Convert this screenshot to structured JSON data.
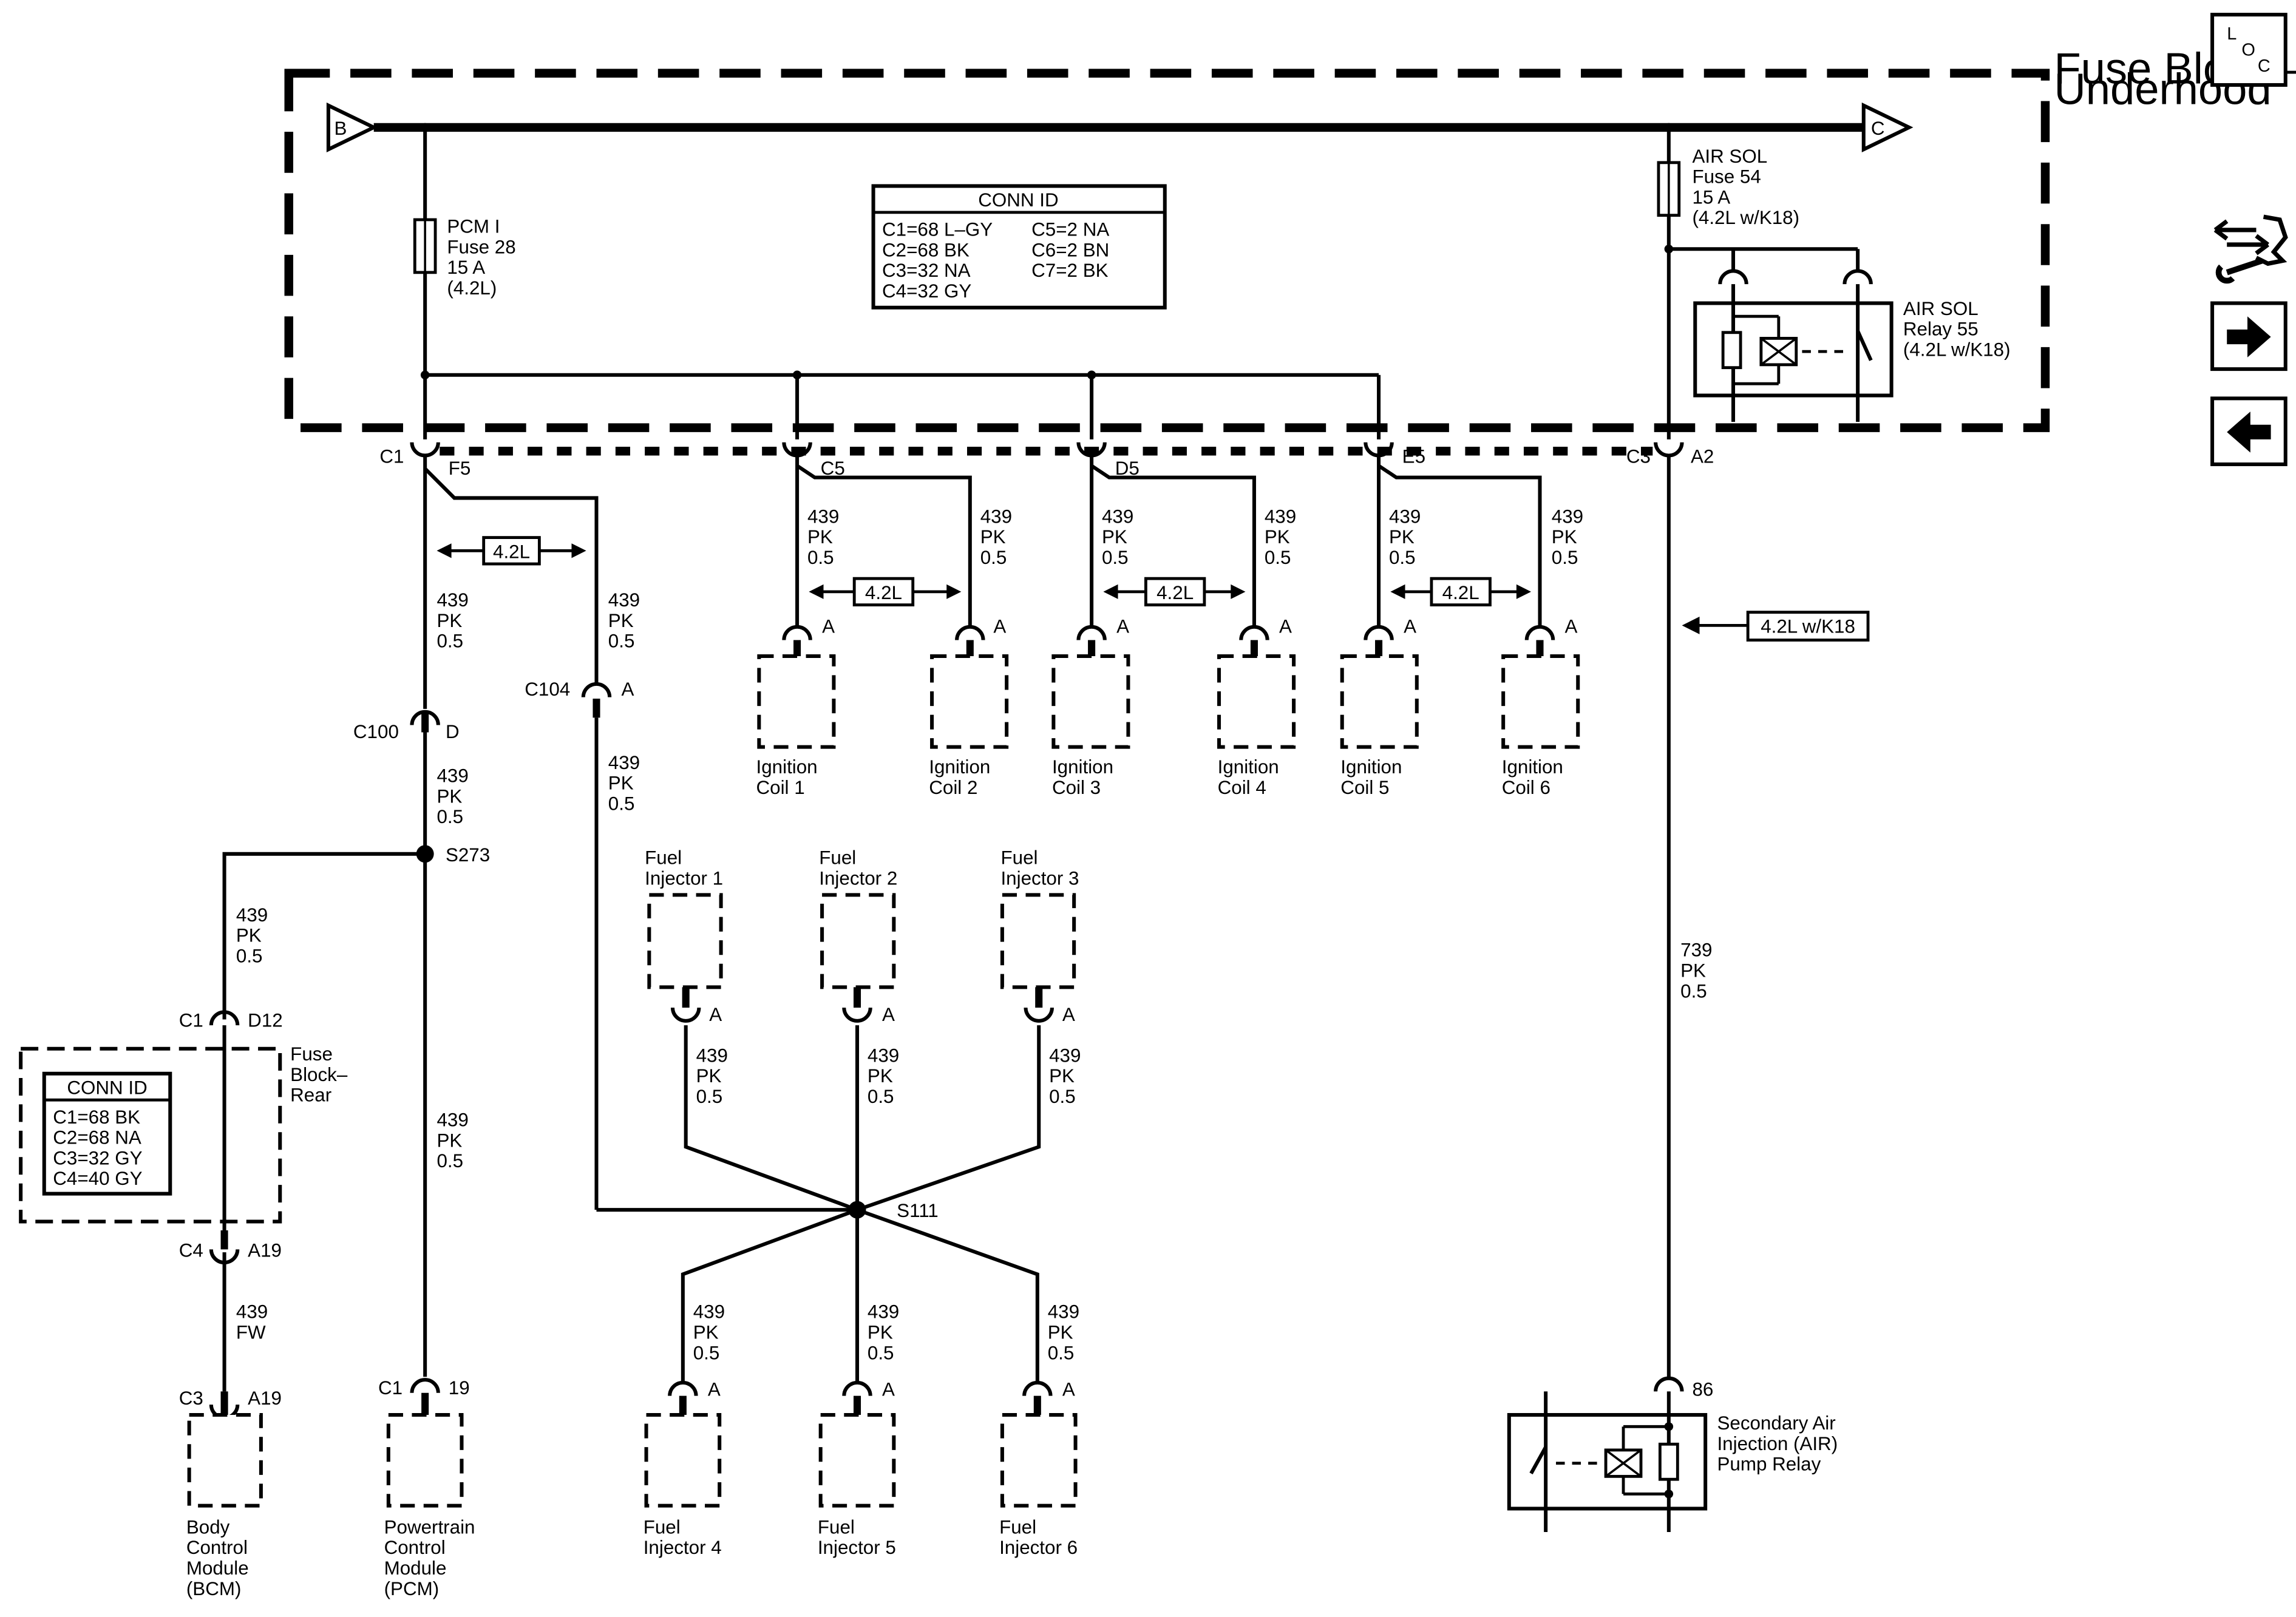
{
  "fuse_block_underhood": {
    "title_line1": "Fuse Block –",
    "title_line2": "Underhood",
    "conn_id": {
      "title": "CONN ID",
      "left": [
        "C1=68 L–GY",
        "C2=68 BK",
        "C3=32 NA",
        "C4=32 GY"
      ],
      "right": [
        "C5=2 NA",
        "C6=2 BN",
        "C7=2 BK"
      ]
    },
    "fuse28": [
      "PCM I",
      "Fuse 28",
      "15 A",
      "(4.2L)"
    ],
    "fuse54": [
      "AIR SOL",
      "Fuse 54",
      "15 A",
      "(4.2L w/K18)"
    ],
    "relay55": [
      "AIR SOL",
      "Relay 55",
      "(4.2L w/K18)"
    ],
    "bus_in": "B",
    "bus_out": "C"
  },
  "connectors": {
    "c1": "C1",
    "f5": "F5",
    "c5": "C5",
    "d5": "D5",
    "e5": "E5",
    "c3": "C3",
    "a2": "A2",
    "c100": "C100",
    "d": "D",
    "c104": "C104",
    "a": "A",
    "s273": "S273",
    "s111": "S111",
    "d12": "D12",
    "c4": "C4",
    "a19": "A19",
    "c3b": "C3",
    "a19b": "A19",
    "c1pcm": "C1",
    "pin19": "19",
    "pin86": "86"
  },
  "wire": {
    "circuit": "439",
    "color": "PK",
    "size": "0.5",
    "fw_color": "FW",
    "air_circuit": "739"
  },
  "option_42": "4.2L",
  "option_k18": "4.2L w/K18",
  "fuse_block_rear": {
    "title": [
      "Fuse",
      "Block–",
      "Rear"
    ],
    "conn_id_title": "CONN ID",
    "conn_id": [
      "C1=68 BK",
      "C2=68 NA",
      "C3=32 GY",
      "C4=40 GY"
    ]
  },
  "coils": [
    [
      "Ignition",
      "Coil 1"
    ],
    [
      "Ignition",
      "Coil 2"
    ],
    [
      "Ignition",
      "Coil 3"
    ],
    [
      "Ignition",
      "Coil 4"
    ],
    [
      "Ignition",
      "Coil 5"
    ],
    [
      "Ignition",
      "Coil 6"
    ]
  ],
  "injectors": [
    [
      "Fuel",
      "Injector 1"
    ],
    [
      "Fuel",
      "Injector 2"
    ],
    [
      "Fuel",
      "Injector 3"
    ],
    [
      "Fuel",
      "Injector 4"
    ],
    [
      "Fuel",
      "Injector 5"
    ],
    [
      "Fuel",
      "Injector 6"
    ]
  ],
  "bcm": [
    "Body",
    "Control",
    "Module",
    "(BCM)"
  ],
  "pcm": [
    "Powertrain",
    "Control",
    "Module",
    "(PCM)"
  ],
  "air_relay": [
    "Secondary Air",
    "Injection (AIR)",
    "Pump Relay"
  ],
  "loc": {
    "l": "L",
    "o": "O",
    "c": "C"
  },
  "nav_icons": [
    "wrench-icon",
    "arrow-right-icon",
    "arrow-left-icon"
  ]
}
